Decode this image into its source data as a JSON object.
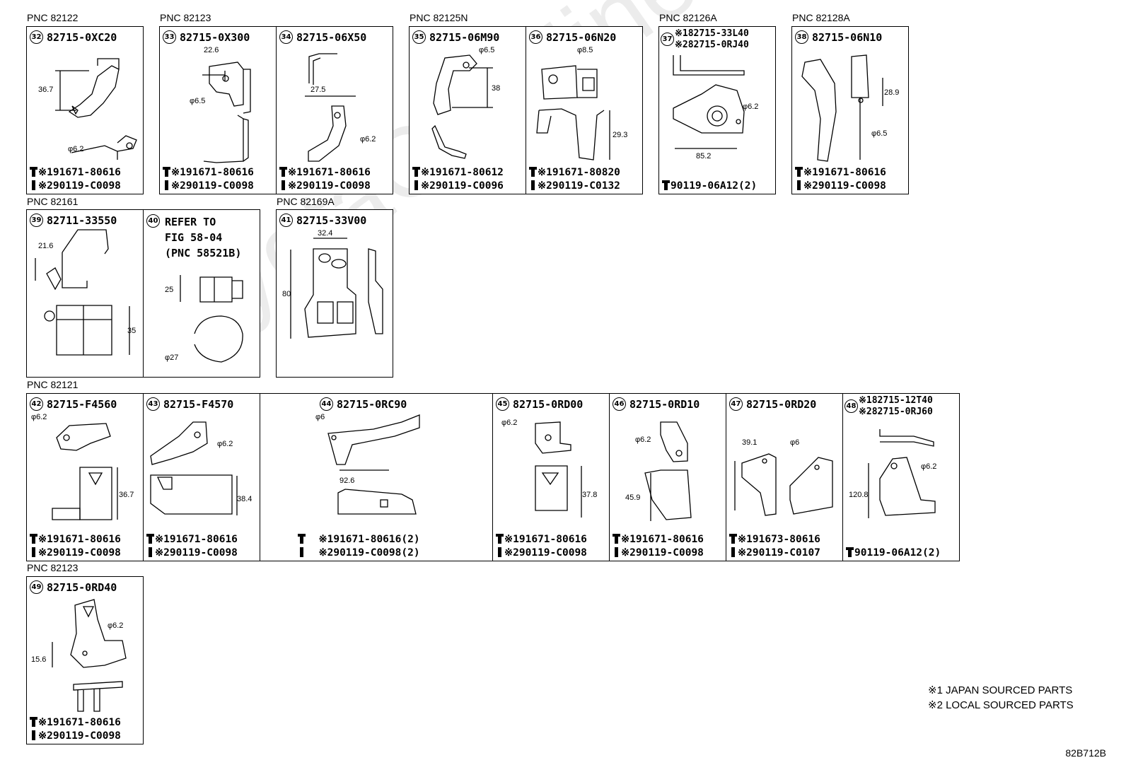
{
  "pnc_labels": {
    "p82122": "PNC 82122",
    "p82123a": "PNC 82123",
    "p82125n": "PNC 82125N",
    "p82126a": "PNC 82126A",
    "p82128a": "PNC 82128A",
    "p82161": "PNC 82161",
    "p82169a": "PNC 82169A",
    "p82121": "PNC 82121",
    "p82123b": "PNC 82123"
  },
  "parts": {
    "p32": {
      "num": "32",
      "part": "82715-0XC20",
      "b1": "※191671-80616",
      "b2": "※290119-C0098",
      "dims": [
        "36.7",
        "φ6.2"
      ]
    },
    "p33": {
      "num": "33",
      "part": "82715-0X300",
      "b1": "※191671-80616",
      "b2": "※290119-C0098",
      "dims": [
        "22.6",
        "φ6.5"
      ]
    },
    "p34": {
      "num": "34",
      "part": "82715-06X50",
      "b1": "※191671-80616",
      "b2": "※290119-C0098",
      "dims": [
        "27.5",
        "φ6.2"
      ]
    },
    "p35": {
      "num": "35",
      "part": "82715-06M90",
      "b1": "※191671-80612",
      "b2": "※290119-C0096",
      "dims": [
        "φ6.5",
        "38"
      ]
    },
    "p36": {
      "num": "36",
      "part": "82715-06N20",
      "b1": "※191671-80820",
      "b2": "※290119-C0132",
      "dims": [
        "φ8.5",
        "29.3"
      ]
    },
    "p37": {
      "num": "37",
      "part1": "※182715-33L40",
      "part2": "※282715-0RJ40",
      "b1": "90119-06A12(2)",
      "dims": [
        "φ6.2",
        "85.2"
      ]
    },
    "p38": {
      "num": "38",
      "part": "82715-06N10",
      "b1": "※191671-80616",
      "b2": "※290119-C0098",
      "dims": [
        "28.9",
        "φ6.5"
      ]
    },
    "p39": {
      "num": "39",
      "part": "82711-33550",
      "dims": [
        "21.6",
        "35"
      ]
    },
    "p40": {
      "num": "40",
      "refer": "REFER TO\nFIG 58-04\n(PNC 58521B)",
      "dims": [
        "25",
        "φ27"
      ]
    },
    "p41": {
      "num": "41",
      "part": "82715-33V00",
      "dims": [
        "32.4",
        "80"
      ]
    },
    "p42": {
      "num": "42",
      "part": "82715-F4560",
      "b1": "※191671-80616",
      "b2": "※290119-C0098",
      "dims": [
        "φ6.2",
        "36.7"
      ]
    },
    "p43": {
      "num": "43",
      "part": "82715-F4570",
      "b1": "※191671-80616",
      "b2": "※290119-C0098",
      "dims": [
        "φ6.2",
        "38.4"
      ]
    },
    "p44": {
      "num": "44",
      "part": "82715-0RC90",
      "b1": "※191671-80616(2)",
      "b2": "※290119-C0098(2)",
      "dims": [
        "φ6",
        "92.6"
      ]
    },
    "p45": {
      "num": "45",
      "part": "82715-0RD00",
      "b1": "※191671-80616",
      "b2": "※290119-C0098",
      "dims": [
        "φ6.2",
        "37.8"
      ]
    },
    "p46": {
      "num": "46",
      "part": "82715-0RD10",
      "b1": "※191671-80616",
      "b2": "※290119-C0098",
      "dims": [
        "φ6.2",
        "45.9"
      ]
    },
    "p47": {
      "num": "47",
      "part": "82715-0RD20",
      "b1": "※191673-80616",
      "b2": "※290119-C0107",
      "dims": [
        "39.1",
        "φ6"
      ]
    },
    "p48": {
      "num": "48",
      "part1": "※182715-12T40",
      "part2": "※282715-0RJ60",
      "b1": "90119-06A12(2)",
      "dims": [
        "φ6.2",
        "120.8"
      ]
    },
    "p49": {
      "num": "49",
      "part": "82715-0RD40",
      "b1": "※191671-80616",
      "b2": "※290119-C0098",
      "dims": [
        "φ6.2",
        "15.6"
      ]
    }
  },
  "legend": {
    "line1": "※1 JAPAN SOURCED PARTS",
    "line2": "※2 LOCAL SOURCED PARTS"
  },
  "figure_code": "82B712B",
  "watermark": "ToyotaCarMine.ru"
}
